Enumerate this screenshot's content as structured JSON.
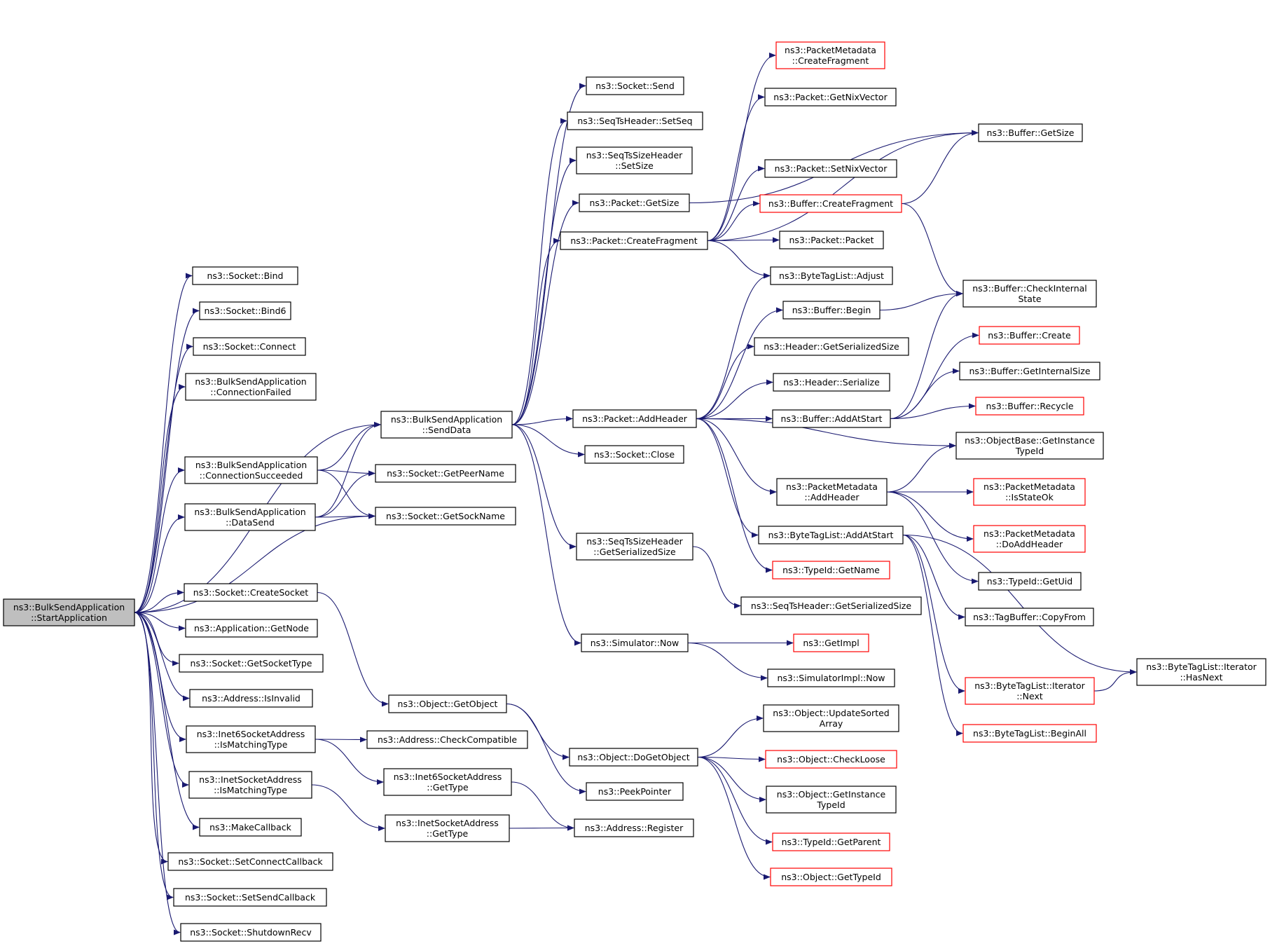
{
  "colors": {
    "edge": "#191970",
    "node_border": "#000000",
    "node_border_incomplete": "#ff0000",
    "root_fill": "#bfbfbf",
    "node_fill": "#ffffff"
  },
  "root": "n_start",
  "nodes": [
    {
      "id": "n_start",
      "lines": [
        "ns3::BulkSendApplication",
        "::StartApplication"
      ],
      "kind": "root"
    },
    {
      "id": "n_bind",
      "lines": [
        "ns3::Socket::Bind"
      ]
    },
    {
      "id": "n_bind6",
      "lines": [
        "ns3::Socket::Bind6"
      ]
    },
    {
      "id": "n_connect",
      "lines": [
        "ns3::Socket::Connect"
      ]
    },
    {
      "id": "n_connfailed",
      "lines": [
        "ns3::BulkSendApplication",
        "::ConnectionFailed"
      ]
    },
    {
      "id": "n_senddata",
      "lines": [
        "ns3::BulkSendApplication",
        "::SendData"
      ]
    },
    {
      "id": "n_connsucc",
      "lines": [
        "ns3::BulkSendApplication",
        "::ConnectionSucceeded"
      ]
    },
    {
      "id": "n_datasend",
      "lines": [
        "ns3::BulkSendApplication",
        "::DataSend"
      ]
    },
    {
      "id": "n_getpeername",
      "lines": [
        "ns3::Socket::GetPeerName"
      ]
    },
    {
      "id": "n_getsockname",
      "lines": [
        "ns3::Socket::GetSockName"
      ]
    },
    {
      "id": "n_createsocket",
      "lines": [
        "ns3::Socket::CreateSocket"
      ]
    },
    {
      "id": "n_getnode",
      "lines": [
        "ns3::Application::GetNode"
      ]
    },
    {
      "id": "n_getsockettype",
      "lines": [
        "ns3::Socket::GetSocketType"
      ]
    },
    {
      "id": "n_isinvalid",
      "lines": [
        "ns3::Address::IsInvalid"
      ]
    },
    {
      "id": "n_i6match",
      "lines": [
        "ns3::Inet6SocketAddress",
        "::IsMatchingType"
      ]
    },
    {
      "id": "n_imatch",
      "lines": [
        "ns3::InetSocketAddress",
        "::IsMatchingType"
      ]
    },
    {
      "id": "n_makecallback",
      "lines": [
        "ns3::MakeCallback"
      ]
    },
    {
      "id": "n_setconnectcb",
      "lines": [
        "ns3::Socket::SetConnectCallback"
      ]
    },
    {
      "id": "n_setsendcb",
      "lines": [
        "ns3::Socket::SetSendCallback"
      ]
    },
    {
      "id": "n_shutdownrecv",
      "lines": [
        "ns3::Socket::ShutdownRecv"
      ]
    },
    {
      "id": "n_getobject",
      "lines": [
        "ns3::Object::GetObject"
      ]
    },
    {
      "id": "n_checkcompat",
      "lines": [
        "ns3::Address::CheckCompatible"
      ]
    },
    {
      "id": "n_i6gettype",
      "lines": [
        "ns3::Inet6SocketAddress",
        "::GetType"
      ]
    },
    {
      "id": "n_igettype",
      "lines": [
        "ns3::InetSocketAddress",
        "::GetType"
      ]
    },
    {
      "id": "n_register",
      "lines": [
        "ns3::Address::Register"
      ]
    },
    {
      "id": "n_peekpointer",
      "lines": [
        "ns3::PeekPointer"
      ]
    },
    {
      "id": "n_dogetobject",
      "lines": [
        "ns3::Object::DoGetObject"
      ]
    },
    {
      "id": "n_socksend",
      "lines": [
        "ns3::Socket::Send"
      ]
    },
    {
      "id": "n_setseq",
      "lines": [
        "ns3::SeqTsHeader::SetSeq"
      ]
    },
    {
      "id": "n_setsize",
      "lines": [
        "ns3::SeqTsSizeHeader",
        "::SetSize"
      ]
    },
    {
      "id": "n_pktgetsize",
      "lines": [
        "ns3::Packet::GetSize"
      ]
    },
    {
      "id": "n_createfrag",
      "lines": [
        "ns3::Packet::CreateFragment"
      ]
    },
    {
      "id": "n_addheader",
      "lines": [
        "ns3::Packet::AddHeader"
      ]
    },
    {
      "id": "n_sockclose",
      "lines": [
        "ns3::Socket::Close"
      ]
    },
    {
      "id": "n_sizehdrgss",
      "lines": [
        "ns3::SeqTsSizeHeader",
        "::GetSerializedSize"
      ]
    },
    {
      "id": "n_simnow",
      "lines": [
        "ns3::Simulator::Now"
      ]
    },
    {
      "id": "n_pmcreatefrag",
      "lines": [
        "ns3::PacketMetadata",
        "::CreateFragment"
      ],
      "kind": "incomplete"
    },
    {
      "id": "n_getnix",
      "lines": [
        "ns3::Packet::GetNixVector"
      ]
    },
    {
      "id": "n_setnix",
      "lines": [
        "ns3::Packet::SetNixVector"
      ]
    },
    {
      "id": "n_bufcreatefrag",
      "lines": [
        "ns3::Buffer::CreateFragment"
      ],
      "kind": "incomplete"
    },
    {
      "id": "n_packet",
      "lines": [
        "ns3::Packet::Packet"
      ]
    },
    {
      "id": "n_btladjust",
      "lines": [
        "ns3::ByteTagList::Adjust"
      ]
    },
    {
      "id": "n_bufbegin",
      "lines": [
        "ns3::Buffer::Begin"
      ]
    },
    {
      "id": "n_hdrgss",
      "lines": [
        "ns3::Header::GetSerializedSize"
      ]
    },
    {
      "id": "n_hdrserialize",
      "lines": [
        "ns3::Header::Serialize"
      ]
    },
    {
      "id": "n_bufaddatstart",
      "lines": [
        "ns3::Buffer::AddAtStart"
      ]
    },
    {
      "id": "n_pmaddheader",
      "lines": [
        "ns3::PacketMetadata",
        "::AddHeader"
      ]
    },
    {
      "id": "n_btladdatstart",
      "lines": [
        "ns3::ByteTagList::AddAtStart"
      ]
    },
    {
      "id": "n_typeidgetname",
      "lines": [
        "ns3::TypeId::GetName"
      ],
      "kind": "incomplete"
    },
    {
      "id": "n_seqtsgss",
      "lines": [
        "ns3::SeqTsHeader::GetSerializedSize"
      ]
    },
    {
      "id": "n_getimpl",
      "lines": [
        "ns3::GetImpl"
      ],
      "kind": "incomplete"
    },
    {
      "id": "n_simimplnow",
      "lines": [
        "ns3::SimulatorImpl::Now"
      ]
    },
    {
      "id": "n_updatesorted",
      "lines": [
        "ns3::Object::UpdateSorted",
        "Array"
      ]
    },
    {
      "id": "n_checkloose",
      "lines": [
        "ns3::Object::CheckLoose"
      ],
      "kind": "incomplete"
    },
    {
      "id": "n_objgetinstance",
      "lines": [
        "ns3::Object::GetInstance",
        "TypeId"
      ]
    },
    {
      "id": "n_typeidgetparent",
      "lines": [
        "ns3::TypeId::GetParent"
      ],
      "kind": "incomplete"
    },
    {
      "id": "n_objgettypeid",
      "lines": [
        "ns3::Object::GetTypeId"
      ],
      "kind": "incomplete"
    },
    {
      "id": "n_bufgetsize",
      "lines": [
        "ns3::Buffer::GetSize"
      ]
    },
    {
      "id": "n_bufcheckinternal",
      "lines": [
        "ns3::Buffer::CheckInternal",
        "State"
      ]
    },
    {
      "id": "n_bufcreate",
      "lines": [
        "ns3::Buffer::Create"
      ],
      "kind": "incomplete"
    },
    {
      "id": "n_bufgetinternalsize",
      "lines": [
        "ns3::Buffer::GetInternalSize"
      ]
    },
    {
      "id": "n_bufrecycle",
      "lines": [
        "ns3::Buffer::Recycle"
      ],
      "kind": "incomplete"
    },
    {
      "id": "n_objbasegetinstance",
      "lines": [
        "ns3::ObjectBase::GetInstance",
        "TypeId"
      ]
    },
    {
      "id": "n_pmisstateok",
      "lines": [
        "ns3::PacketMetadata",
        "::IsStateOk"
      ],
      "kind": "incomplete"
    },
    {
      "id": "n_pmdoaddheader",
      "lines": [
        "ns3::PacketMetadata",
        "::DoAddHeader"
      ],
      "kind": "incomplete"
    },
    {
      "id": "n_typeidgetuid",
      "lines": [
        "ns3::TypeId::GetUid"
      ]
    },
    {
      "id": "n_tagbufcopyfrom",
      "lines": [
        "ns3::TagBuffer::CopyFrom"
      ]
    },
    {
      "id": "n_btliternext",
      "lines": [
        "ns3::ByteTagList::Iterator",
        "::Next"
      ],
      "kind": "incomplete"
    },
    {
      "id": "n_btlbeginall",
      "lines": [
        "ns3::ByteTagList::BeginAll"
      ],
      "kind": "incomplete"
    },
    {
      "id": "n_btliterhasnext",
      "lines": [
        "ns3::ByteTagList::Iterator",
        "::HasNext"
      ]
    }
  ],
  "edges": [
    [
      "n_start",
      "n_bind"
    ],
    [
      "n_start",
      "n_bind6"
    ],
    [
      "n_start",
      "n_connect"
    ],
    [
      "n_start",
      "n_connfailed"
    ],
    [
      "n_start",
      "n_senddata"
    ],
    [
      "n_start",
      "n_connsucc"
    ],
    [
      "n_start",
      "n_datasend"
    ],
    [
      "n_start",
      "n_getsockname"
    ],
    [
      "n_start",
      "n_createsocket"
    ],
    [
      "n_start",
      "n_getnode"
    ],
    [
      "n_start",
      "n_getsockettype"
    ],
    [
      "n_start",
      "n_isinvalid"
    ],
    [
      "n_start",
      "n_i6match"
    ],
    [
      "n_start",
      "n_imatch"
    ],
    [
      "n_start",
      "n_makecallback"
    ],
    [
      "n_start",
      "n_setconnectcb"
    ],
    [
      "n_start",
      "n_setsendcb"
    ],
    [
      "n_start",
      "n_shutdownrecv"
    ],
    [
      "n_connsucc",
      "n_senddata"
    ],
    [
      "n_connsucc",
      "n_getpeername"
    ],
    [
      "n_connsucc",
      "n_getsockname"
    ],
    [
      "n_datasend",
      "n_senddata"
    ],
    [
      "n_datasend",
      "n_getpeername"
    ],
    [
      "n_datasend",
      "n_getsockname"
    ],
    [
      "n_createsocket",
      "n_getobject"
    ],
    [
      "n_i6match",
      "n_checkcompat"
    ],
    [
      "n_i6match",
      "n_i6gettype"
    ],
    [
      "n_imatch",
      "n_igettype"
    ],
    [
      "n_i6gettype",
      "n_register"
    ],
    [
      "n_igettype",
      "n_register"
    ],
    [
      "n_getobject",
      "n_dogetobject"
    ],
    [
      "n_getobject",
      "n_peekpointer"
    ],
    [
      "n_senddata",
      "n_socksend"
    ],
    [
      "n_senddata",
      "n_setseq"
    ],
    [
      "n_senddata",
      "n_setsize"
    ],
    [
      "n_senddata",
      "n_pktgetsize"
    ],
    [
      "n_senddata",
      "n_createfrag"
    ],
    [
      "n_senddata",
      "n_addheader"
    ],
    [
      "n_senddata",
      "n_sockclose"
    ],
    [
      "n_senddata",
      "n_sizehdrgss"
    ],
    [
      "n_senddata",
      "n_simnow"
    ],
    [
      "n_pktgetsize",
      "n_bufgetsize"
    ],
    [
      "n_createfrag",
      "n_pmcreatefrag"
    ],
    [
      "n_createfrag",
      "n_getnix"
    ],
    [
      "n_createfrag",
      "n_bufgetsize"
    ],
    [
      "n_createfrag",
      "n_setnix"
    ],
    [
      "n_createfrag",
      "n_bufcreatefrag"
    ],
    [
      "n_createfrag",
      "n_packet"
    ],
    [
      "n_createfrag",
      "n_btladjust"
    ],
    [
      "n_bufcreatefrag",
      "n_bufgetsize"
    ],
    [
      "n_bufcreatefrag",
      "n_bufcheckinternal"
    ],
    [
      "n_addheader",
      "n_btladjust"
    ],
    [
      "n_addheader",
      "n_bufbegin"
    ],
    [
      "n_addheader",
      "n_hdrgss"
    ],
    [
      "n_addheader",
      "n_hdrserialize"
    ],
    [
      "n_addheader",
      "n_bufaddatstart"
    ],
    [
      "n_addheader",
      "n_objbasegetinstance"
    ],
    [
      "n_addheader",
      "n_pmaddheader"
    ],
    [
      "n_addheader",
      "n_btladdatstart"
    ],
    [
      "n_addheader",
      "n_typeidgetname"
    ],
    [
      "n_bufbegin",
      "n_bufcheckinternal"
    ],
    [
      "n_bufaddatstart",
      "n_bufcheckinternal"
    ],
    [
      "n_bufaddatstart",
      "n_bufcreate"
    ],
    [
      "n_bufaddatstart",
      "n_bufgetinternalsize"
    ],
    [
      "n_bufaddatstart",
      "n_bufrecycle"
    ],
    [
      "n_pmaddheader",
      "n_objbasegetinstance"
    ],
    [
      "n_pmaddheader",
      "n_pmisstateok"
    ],
    [
      "n_pmaddheader",
      "n_pmdoaddheader"
    ],
    [
      "n_pmaddheader",
      "n_typeidgetuid"
    ],
    [
      "n_btladdatstart",
      "n_tagbufcopyfrom"
    ],
    [
      "n_btladdatstart",
      "n_btliterhasnext"
    ],
    [
      "n_btladdatstart",
      "n_btliternext"
    ],
    [
      "n_btladdatstart",
      "n_btlbeginall"
    ],
    [
      "n_btliternext",
      "n_btliterhasnext"
    ],
    [
      "n_sizehdrgss",
      "n_seqtsgss"
    ],
    [
      "n_simnow",
      "n_getimpl"
    ],
    [
      "n_simnow",
      "n_simimplnow"
    ],
    [
      "n_dogetobject",
      "n_updatesorted"
    ],
    [
      "n_dogetobject",
      "n_checkloose"
    ],
    [
      "n_dogetobject",
      "n_objgetinstance"
    ],
    [
      "n_dogetobject",
      "n_typeidgetparent"
    ],
    [
      "n_dogetobject",
      "n_objgettypeid"
    ]
  ]
}
